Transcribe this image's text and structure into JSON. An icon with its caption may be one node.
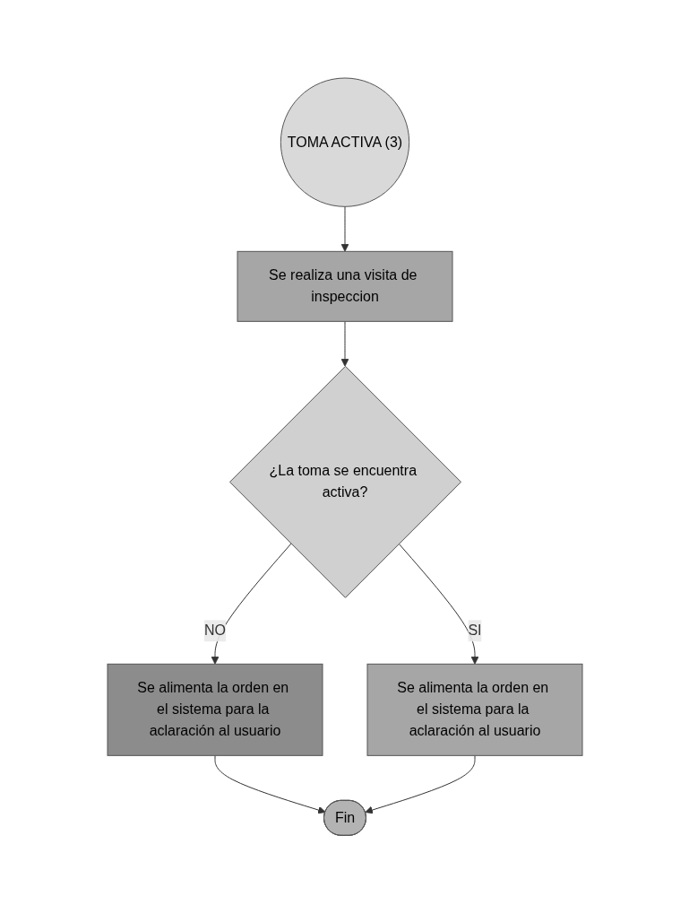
{
  "diagram": {
    "nodes": [
      {
        "text": [
          "TOMA ACTIVA (3)"
        ]
      },
      {
        "text": [
          "Se realiza una visita de inspeccion"
        ]
      },
      {
        "text": [
          "¿La toma se encuentra activa?"
        ]
      },
      {
        "text": [
          "Se alimenta la orden en el sistema para la aclaración al usuario"
        ]
      },
      {
        "text": [
          "Se alimenta la orden en el sistema para la aclaración al usuario"
        ]
      },
      {
        "text": [
          "Fin"
        ]
      }
    ],
    "edges": [
      {
        "from": 0,
        "to": 1,
        "arrow": "to"
      },
      {
        "from": 1,
        "to": 2,
        "arrow": "to"
      },
      {
        "from": 2,
        "to": 3,
        "label": "NO",
        "arrow": "to"
      },
      {
        "from": 2,
        "to": 4,
        "label": "SI",
        "arrow": "to"
      },
      {
        "from": 3,
        "to": 5,
        "arrow": "to"
      },
      {
        "from": 4,
        "to": 5,
        "arrow": "to"
      }
    ]
  }
}
